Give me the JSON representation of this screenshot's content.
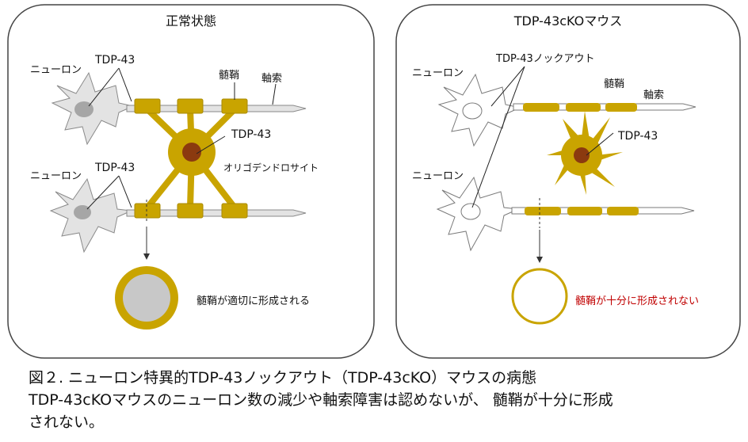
{
  "panels": [
    {
      "title": "正常状態",
      "labels": {
        "neuron_top": "ニューロン",
        "neuron_bottom": "ニューロン",
        "tdp_neuron_top": "TDP-43",
        "tdp_neuron_bottom": "TDP-43",
        "myelin": "髄鞘",
        "axon": "軸索",
        "tdp_oligo": "TDP-43",
        "oligodendrocyte": "オリゴデンドロサイト",
        "result": "髄鞘が適切に形成される"
      }
    },
    {
      "title": "TDP-43cKOマウス",
      "labels": {
        "neuron_top": "ニューロン",
        "neuron_bottom": "ニューロン",
        "knockout": "TDP-43ノックアウト",
        "myelin": "髄鞘",
        "axon": "軸索",
        "tdp_oligo": "TDP-43",
        "result": "髄鞘が十分に形成されない"
      }
    }
  ],
  "caption": {
    "line1": "図２. ニューロン特異的TDP-43ノックアウト（TDP-43cKO）マウスの病態",
    "line2": "TDP-43cKOマウスのニューロン数の減少や軸索障害は認めないが、 髄鞘が十分に形成",
    "line3": "されない。"
  },
  "colors": {
    "myelin": "#c9a400",
    "nucleus_oligo": "#8b3a0f",
    "neuron_fill": "#e3e3e3",
    "neuron_nucleus": "#a6a6a6",
    "error_text": "#c00000",
    "panel_border": "#444444"
  }
}
